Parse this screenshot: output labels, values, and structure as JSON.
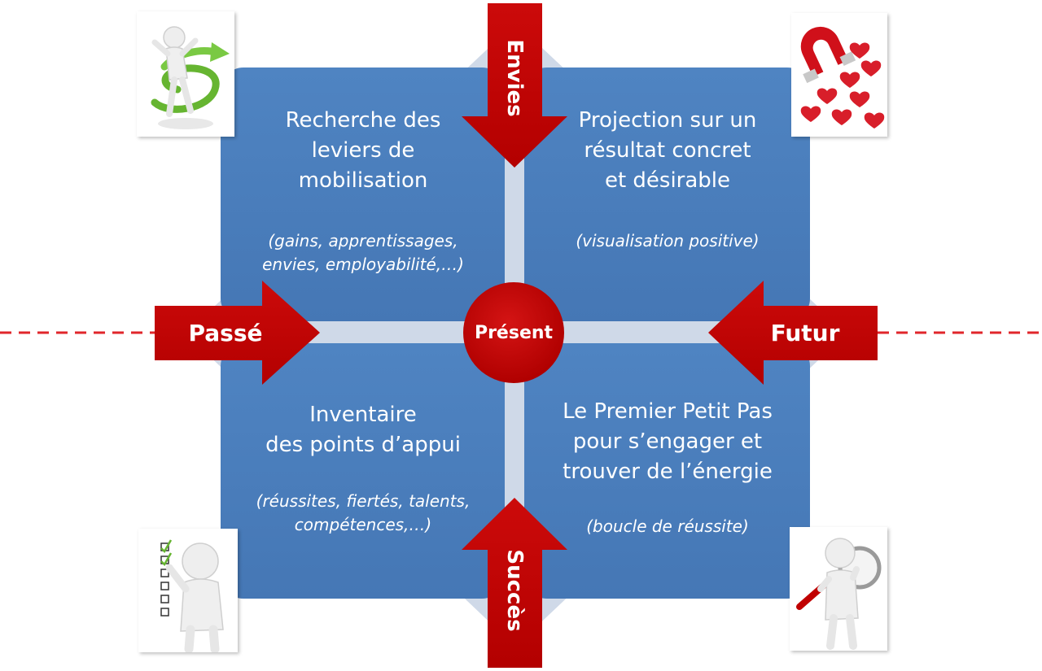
{
  "diagram": {
    "center_label": "Présent",
    "arrows": {
      "top": "Envies",
      "bottom": "Succès",
      "left": "Passé",
      "right": "Futur"
    },
    "quadrants": {
      "top_left": {
        "title_lines": [
          "Recherche des",
          "leviers de",
          "mobilisation"
        ],
        "sub_lines": [
          "(gains, apprentissages,",
          "envies, employabilité,…)"
        ]
      },
      "top_right": {
        "title_lines": [
          "Projection sur un",
          "résultat concret",
          "et désirable"
        ],
        "sub_lines": [
          "(visualisation positive)"
        ]
      },
      "bottom_left": {
        "title_lines": [
          "Inventaire",
          "des points d’appui"
        ],
        "sub_lines": [
          "(réussites, fiertés, talents,",
          "compétences,…)"
        ]
      },
      "bottom_right": {
        "title_lines": [
          "Le Premier Petit Pas",
          "pour s’engager et",
          "trouver de l’énergie"
        ],
        "sub_lines": [
          "(boucle de réussite)"
        ]
      }
    },
    "images": {
      "top_left": "person-climbing-arrow-icon",
      "top_right": "magnet-attracting-hearts-icon",
      "bottom_left": "person-with-checklist-icon",
      "bottom_right": "person-with-magnifier-icon"
    },
    "colors": {
      "quadrant": "#4a7ebb",
      "arrow": "#c00000",
      "cross": "#cfd9e8",
      "dash": "#e0262b"
    }
  }
}
